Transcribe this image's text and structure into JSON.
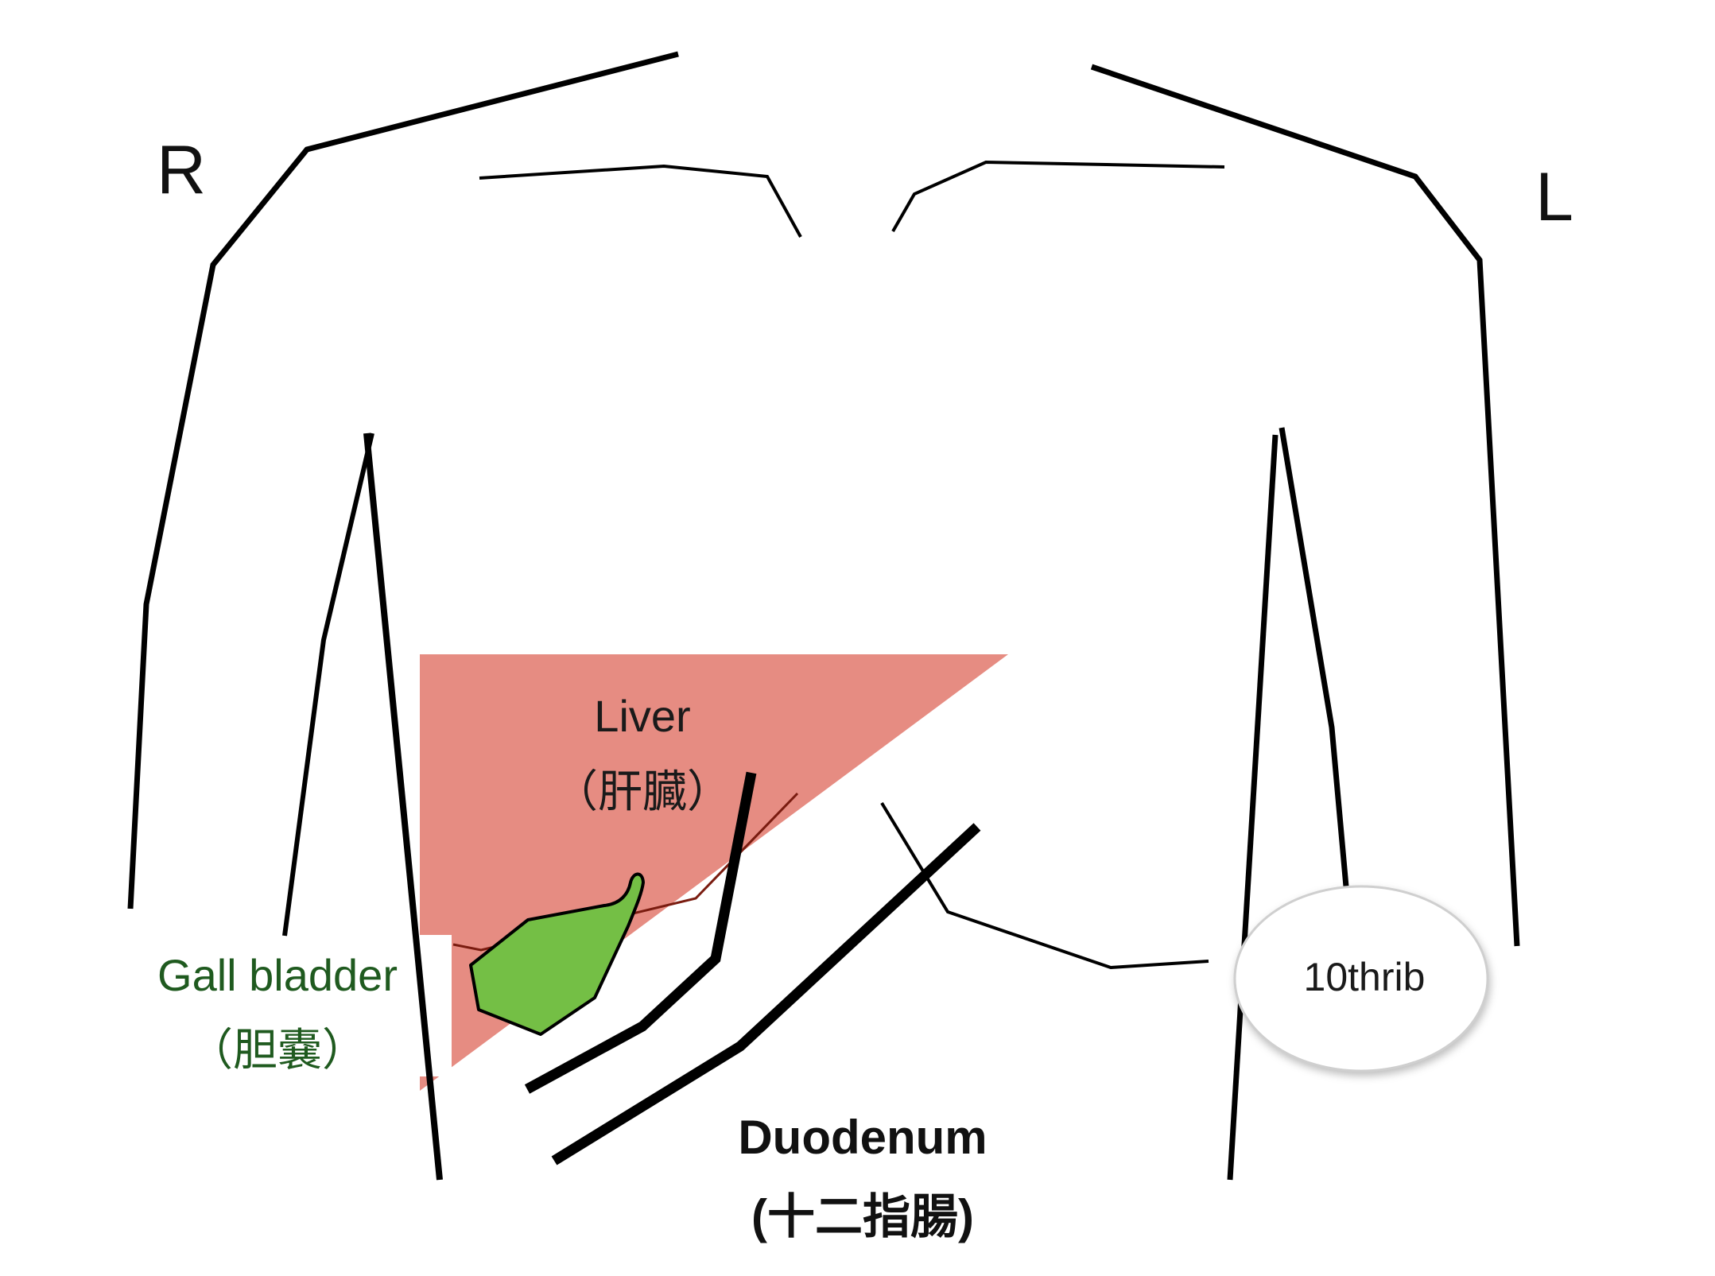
{
  "labels": {
    "right": "R",
    "left": "L",
    "liver": "Liver",
    "liver_jp": "（肝臓）",
    "gall_bladder": "Gall bladder",
    "gall_bladder_jp": "（胆嚢）",
    "rib": "10thrib",
    "duodenum": "Duodenum",
    "duodenum_jp": "(十二指腸)"
  },
  "colors": {
    "liver": "#e68c82",
    "gall_bladder": "#74bf45",
    "gall_text": "#1f5a1f",
    "outline": "#000000",
    "liver_edge": "#7a1c10"
  }
}
